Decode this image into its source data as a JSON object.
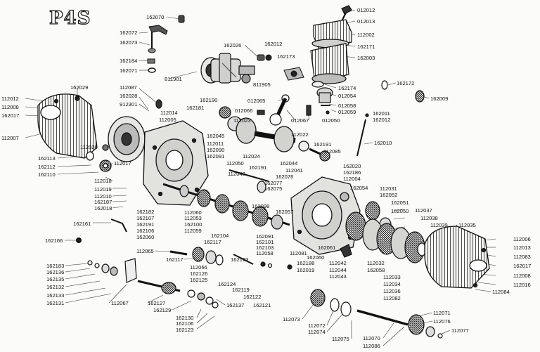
{
  "title": "P4S",
  "labels": {
    "l162070": "162070",
    "l162072": "162072",
    "l162073": "162073",
    "l162184": "162184",
    "l162071": "162071",
    "l162026": "162026",
    "l162012a": "162012",
    "l811901": "811901",
    "l162173": "162173",
    "l811905": "811905",
    "l012012": "012012",
    "l012013": "012013",
    "l112002": "112002",
    "l162171": "162171",
    "l162003": "162003",
    "l162174": "162174",
    "l012054": "012054",
    "l012058": "012058",
    "l012059": "012059",
    "l012050": "012050",
    "l012067": "012067",
    "l012065": "012065",
    "l012066": "012066",
    "l162172": "162172",
    "l162009": "162009",
    "l162011": "162011",
    "l162012b": "162012",
    "l162010": "162010",
    "l112012": "112012",
    "l112008": "112008",
    "l162017a": "162017",
    "l112007": "112007",
    "l162029": "162029",
    "l112087": "112087",
    "l162028": "162028",
    "l912301": "912301",
    "l112014": "112014",
    "l112005": "112005",
    "l162190": "162190",
    "l162181": "162181",
    "l112023": "112023",
    "l162045": "162045",
    "l112011": "112011",
    "l162090": "162090",
    "l162091a": "162091",
    "l112022": "112022",
    "l162191a": "162191",
    "l112085": "112085",
    "l112024": "112024",
    "l162044": "162044",
    "l112020": "112020",
    "l162113": "162113",
    "l162112": "162112",
    "l162110": "162110",
    "l112017": "112017",
    "l112018": "112018",
    "l112050": "112050",
    "l112040": "112040",
    "l162191b": "162191",
    "l112041": "112041",
    "l162076": "162076",
    "l162077": "162077",
    "l162075": "162075",
    "l162020": "162020",
    "l162186": "162186",
    "l112004": "112004",
    "l162054": "162054",
    "l112019": "112019",
    "l112010": "112010",
    "l162187": "162187",
    "l162018": "162018",
    "l162098": "162098",
    "l162057": "162057",
    "l112031": "112031",
    "l162052": "162052",
    "l162051": "162051",
    "l162050": "162050",
    "l112037": "112037",
    "l112038": "112038",
    "l112039": "112039",
    "l112035": "112035",
    "l162182": "162182",
    "l162107": "162107",
    "l162191c": "162191",
    "l162106": "162106",
    "l162060a": "162060",
    "l112060": "112060",
    "l112053": "112053",
    "l162100": "162100",
    "l112059": "112059",
    "l162104": "162104",
    "l162117a": "162117",
    "l162091b": "162091",
    "l162101": "162101",
    "l162103": "162103",
    "l112058": "112058",
    "l112081": "112081",
    "l162061": "162061",
    "l162060b": "162060",
    "l162161": "162161",
    "l162166": "162166",
    "l112065": "112065",
    "l162117b": "162117",
    "l162123a": "162123",
    "l162188": "162188",
    "l162019": "162019",
    "l112042": "112042",
    "l112044": "112044",
    "l112043": "112043",
    "l112032": "112032",
    "l162058": "162058",
    "l112033": "112033",
    "l112034": "112034",
    "l112036": "112036",
    "l112082": "112082",
    "l112006": "112006",
    "l112013": "112013",
    "l112083": "112083",
    "l162017b": "162017",
    "l112008b": "112008",
    "l112016": "112016",
    "l112084": "112084",
    "l162183": "162183",
    "l162136": "162136",
    "l162135": "162135",
    "l162132": "162132",
    "l162133": "162133",
    "l162131": "162131",
    "l112067": "112067",
    "l112066": "112066",
    "l162126": "162126",
    "l162125": "162125",
    "l162124": "162124",
    "l162119": "162119",
    "l162122": "162122",
    "l162121": "162121",
    "l162127": "162127",
    "l162129": "162129",
    "l162137": "162137",
    "l162130": "162130",
    "l162106b": "162106",
    "l162123b": "162123",
    "l112073": "112073",
    "l112072": "112072",
    "l112074": "112074",
    "l112075": "112075",
    "l112070": "112070",
    "l112086": "112086",
    "l112071": "112071",
    "l112076": "112076",
    "l112077": "112077"
  }
}
